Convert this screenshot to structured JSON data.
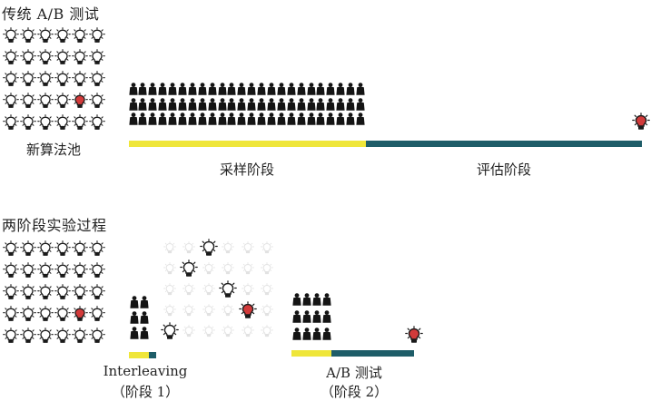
{
  "colors": {
    "sampling_bar": "#efe63a",
    "evaluation_bar": "#1e5d68",
    "winner_bulb": "#d23a3a",
    "bulb_outline": "#1a1a1a",
    "person": "#141414"
  },
  "traditional": {
    "title": "传统 A/B 测试",
    "pool_label": "新算法池",
    "pool_grid": {
      "rows": 5,
      "cols": 6,
      "winner": {
        "row": 3,
        "col": 4
      }
    },
    "users_grid": {
      "rows": 3,
      "cols": 24
    },
    "stages": [
      {
        "label": "采样阶段",
        "color": "#efe63a"
      },
      {
        "label": "评估阶段",
        "color": "#1e5d68"
      }
    ],
    "result_icon": "red-lightbulb-icon"
  },
  "two_stage": {
    "title": "两阶段实验过程",
    "pool_grid": {
      "rows": 5,
      "cols": 6,
      "winner": {
        "row": 3,
        "col": 4
      }
    },
    "stage1": {
      "label_line1": "Interleaving",
      "label_line2": "（阶段 1）",
      "users_grid": {
        "rows": 3,
        "cols": 2
      },
      "candidate_grid": {
        "rows": 5,
        "cols": 6
      },
      "selected": [
        {
          "row": 0,
          "col": 2,
          "winner": false
        },
        {
          "row": 1,
          "col": 1,
          "winner": false
        },
        {
          "row": 2,
          "col": 3,
          "winner": false
        },
        {
          "row": 3,
          "col": 4,
          "winner": true
        },
        {
          "row": 4,
          "col": 0,
          "winner": false
        }
      ]
    },
    "stage2": {
      "label_line1": "A/B 测试",
      "label_line2": "（阶段 2）",
      "users_grid": {
        "rows": 3,
        "cols": 4
      },
      "result_icon": "red-lightbulb-icon"
    }
  }
}
